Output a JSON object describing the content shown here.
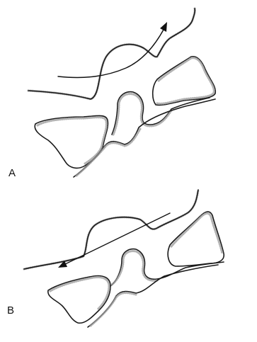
{
  "panels": [
    {
      "label": "A",
      "arrow_direction": "up-right"
    },
    {
      "label": "B",
      "arrow_direction": "down-left"
    }
  ]
}
